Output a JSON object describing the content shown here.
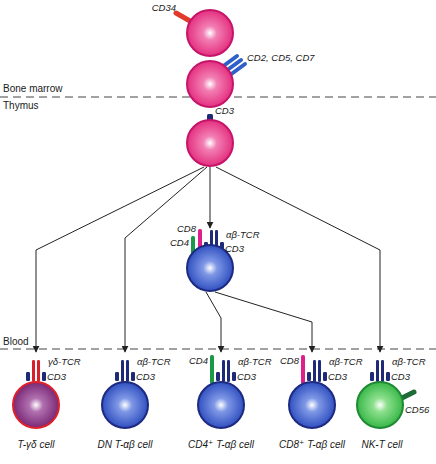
{
  "diagram": {
    "nodes": [
      {
        "text": [
          "CD34"
        ]
      },
      {
        "text": [
          "CD2, CD5, CD7"
        ]
      },
      {
        "text": [
          "CD3"
        ]
      },
      {
        "text": [
          "CD8",
          "CD4",
          "αβ-TCR",
          "CD3"
        ]
      },
      {
        "text": [
          "γδ-TCR",
          "CD3",
          "T-γδ cell"
        ]
      },
      {
        "text": [
          "αβ-TCR",
          "CD3",
          "DN T-αβ cell"
        ]
      },
      {
        "text": [
          "CD4",
          "αβ-TCR",
          "CD3",
          "CD4⁺ T-αβ cell"
        ]
      },
      {
        "text": [
          "CD8",
          "αβ-TCR",
          "CD3",
          "CD8⁺ T-αβ cell"
        ]
      },
      {
        "text": [
          "αβ-TCR",
          "CD3",
          "CD56",
          "NK-T cell"
        ]
      }
    ],
    "edges": [
      {
        "from": 2,
        "to": 4,
        "arrow": "to"
      },
      {
        "from": 2,
        "to": 5,
        "arrow": "to"
      },
      {
        "from": 2,
        "to": 3,
        "arrow": "to"
      },
      {
        "from": 2,
        "to": 8,
        "arrow": "to"
      },
      {
        "from": 3,
        "to": 6,
        "arrow": "to"
      },
      {
        "from": 3,
        "to": 7,
        "arrow": "to"
      }
    ],
    "labels": [
      "Bone marrow",
      "Thymus",
      "Blood"
    ]
  }
}
